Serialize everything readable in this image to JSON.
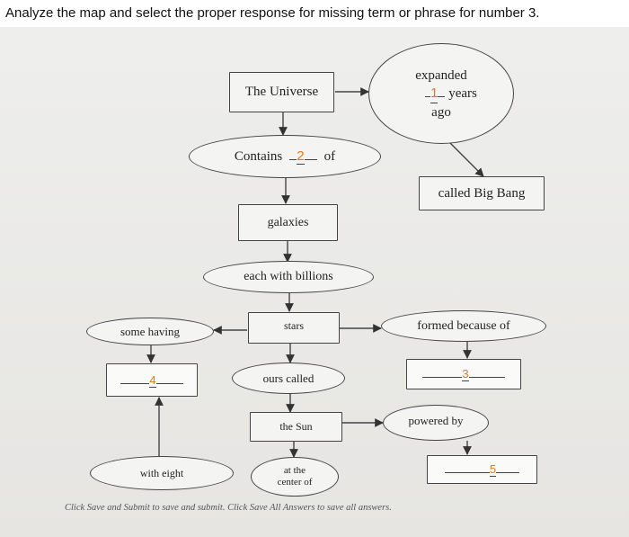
{
  "question": "Analyze the map and select the proper response for missing term or phrase for number 3.",
  "nodes": {
    "universe": "The Universe",
    "expanded_top": "expanded",
    "expanded_num": "1",
    "expanded_years": "years",
    "expanded_ago": "ago",
    "contains_pre": "Contains",
    "contains_num": "2",
    "contains_post": "of",
    "big_bang": "called Big Bang",
    "galaxies": "galaxies",
    "billions": "each with billions",
    "stars": "stars",
    "some_having": "some having",
    "formed": "formed because of",
    "blank4": "4",
    "ours": "ours called",
    "blank3": "3",
    "sun": "the Sun",
    "powered": "powered by",
    "blank5": "5",
    "with_eight": "with eight",
    "center_1": "at the",
    "center_2": "center of"
  },
  "footer": "Click Save and Submit to save and submit. Click Save All Answers to save all answers."
}
